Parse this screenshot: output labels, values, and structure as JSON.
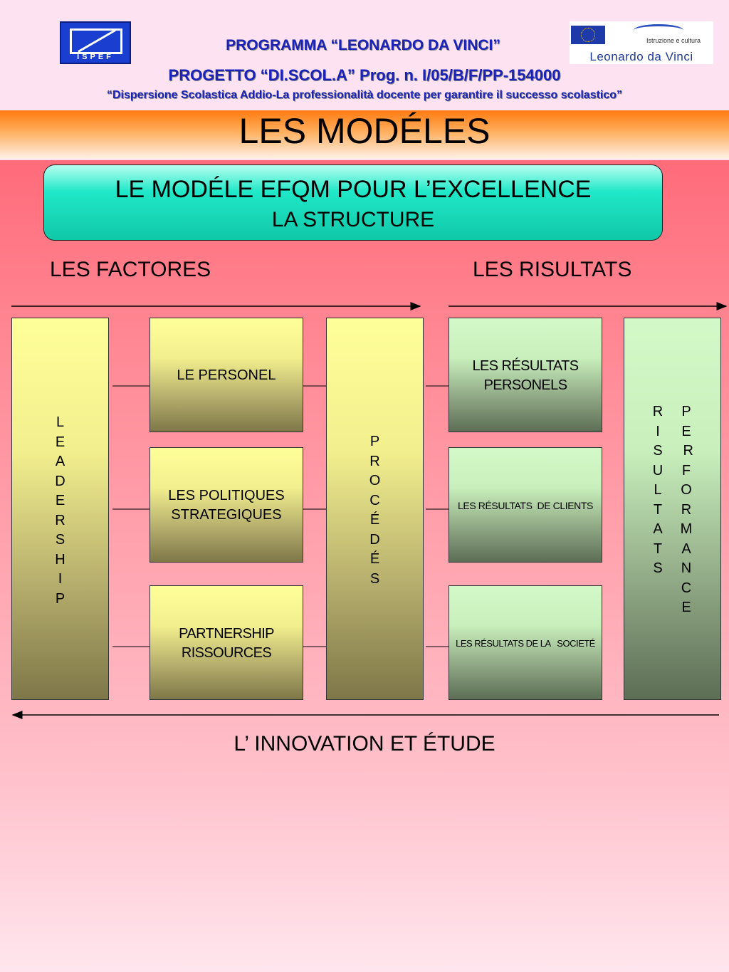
{
  "header": {
    "programma": "PROGRAMMA “LEONARDO DA VINCI”",
    "progetto": "PROGETTO “DI.SCOL.A” Prog. n. I/05/B/F/PP-154000",
    "dispersione": "“Dispersione Scolastica Addio-La professionalità docente per garantire il successo scolastico”",
    "logo_left_text": "ISPEF",
    "logo_right_small": "Istruzione e cultura",
    "logo_right_big": "Leonardo da Vinci"
  },
  "page_title": "LES MODÉLES",
  "model": {
    "title": "LE MODÉLE EFQM POUR L’EXCELLENCE",
    "subtitle": "LA STRUCTURE"
  },
  "labels": {
    "factors": "LES FACTORES",
    "results": "LES RISULTATS",
    "innovation": "L’ INNOVATION ET ÉTUDE"
  },
  "boxes": {
    "leadership": "L\nE\nA\nD\nE\nR\nS\nH\nI\nP",
    "personel": "LE PERSONEL",
    "politiques": "LES POLITIQUES\nSTRATEGIQUES",
    "partnership": "PARTNERSHIP\nRISSOURCES",
    "procedes": "P\nR\nO\nC\nÉ\nD\nÉ\nS",
    "res_personels": "LES RÉSULTATS\nPERSONELS",
    "res_clients": "LES RÉSULTATS  DE CLIENTS",
    "res_societe": "LES RÉSULTATS DE LA   SOCIETÉ",
    "risultats_col": "R\nI\nS\nU\nL\nT\nA\nT\nS",
    "performance_col": "P\nE\n R\nF\nO\nR\nM\nA\nN\nC\nE"
  }
}
